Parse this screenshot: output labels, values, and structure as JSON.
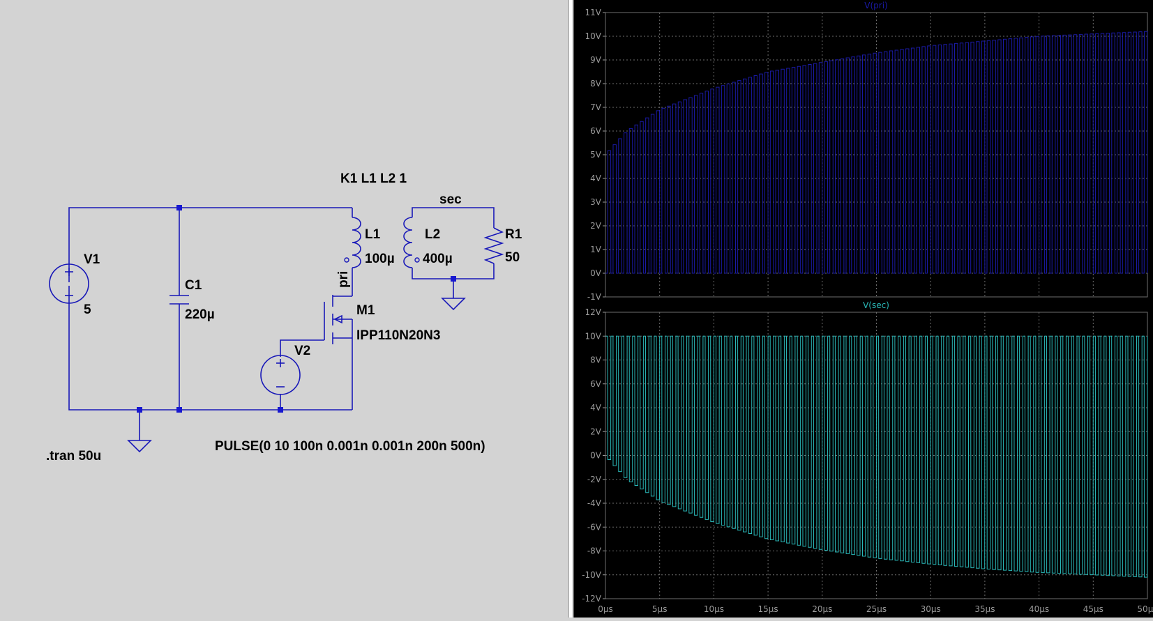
{
  "schematic": {
    "directives": {
      "coupling": "K1 L1 L2 1",
      "tran": ".tran 50u"
    },
    "components": {
      "V1": {
        "name": "V1",
        "value": "5"
      },
      "C1": {
        "name": "C1",
        "value": "220µ"
      },
      "L1": {
        "name": "L1",
        "value": "100µ"
      },
      "L2": {
        "name": "L2",
        "value": "400µ"
      },
      "R1": {
        "name": "R1",
        "value": "50"
      },
      "M1": {
        "name": "M1",
        "model": "IPP110N20N3"
      },
      "V2": {
        "name": "V2",
        "value": "PULSE(0 10 100n 0.001n 0.001n 200n 500n)"
      }
    },
    "net_labels": {
      "pri": "pri",
      "sec": "sec"
    }
  },
  "colors": {
    "wire": "#1818b8",
    "background": "#d3d3d3",
    "plot_background": "#000000",
    "grid": "#6e6e6e",
    "trace_pri": "#1a1aa6",
    "trace_sec": "#2ab8b8"
  },
  "chart_data": [
    {
      "type": "line",
      "title": "V(pri)",
      "xlabel": "",
      "ylabel": "",
      "x_ticks": [
        "0µs",
        "5µs",
        "10µs",
        "15µs",
        "20µs",
        "25µs",
        "30µs",
        "35µs",
        "40µs",
        "45µs",
        "50µs"
      ],
      "y_ticks": [
        "11V",
        "10V",
        "9V",
        "8V",
        "7V",
        "6V",
        "5V",
        "4V",
        "3V",
        "2V",
        "1V",
        "0V",
        "-1V"
      ],
      "xlim": [
        0,
        50
      ],
      "ylim": [
        -1,
        11
      ],
      "grid": true,
      "series": [
        {
          "name": "V(pri)",
          "switching_period_us": 0.5,
          "low_level_V": 0,
          "upper_envelope": {
            "x_us": [
              0,
              2,
              5,
              10,
              15,
              20,
              25,
              30,
              35,
              40,
              45,
              50
            ],
            "y_V": [
              5.0,
              6.0,
              6.9,
              7.8,
              8.5,
              8.9,
              9.3,
              9.6,
              9.8,
              10.0,
              10.1,
              10.2
            ]
          }
        }
      ]
    },
    {
      "type": "line",
      "title": "V(sec)",
      "xlabel": "",
      "ylabel": "",
      "x_ticks": [
        "0µs",
        "5µs",
        "10µs",
        "15µs",
        "20µs",
        "25µs",
        "30µs",
        "35µs",
        "40µs",
        "45µs",
        "50µs"
      ],
      "y_ticks": [
        "12V",
        "10V",
        "8V",
        "6V",
        "4V",
        "2V",
        "0V",
        "-2V",
        "-4V",
        "-6V",
        "-8V",
        "-10V",
        "-12V"
      ],
      "xlim": [
        0,
        50
      ],
      "ylim": [
        -12,
        12
      ],
      "grid": true,
      "series": [
        {
          "name": "V(sec)",
          "switching_period_us": 0.5,
          "high_level_V": 10,
          "lower_envelope": {
            "x_us": [
              0,
              2,
              5,
              10,
              15,
              20,
              25,
              30,
              35,
              40,
              45,
              50
            ],
            "y_V": [
              0,
              -2.0,
              -3.8,
              -5.6,
              -7.0,
              -7.9,
              -8.6,
              -9.1,
              -9.5,
              -9.8,
              -10.0,
              -10.2
            ]
          }
        }
      ]
    }
  ]
}
